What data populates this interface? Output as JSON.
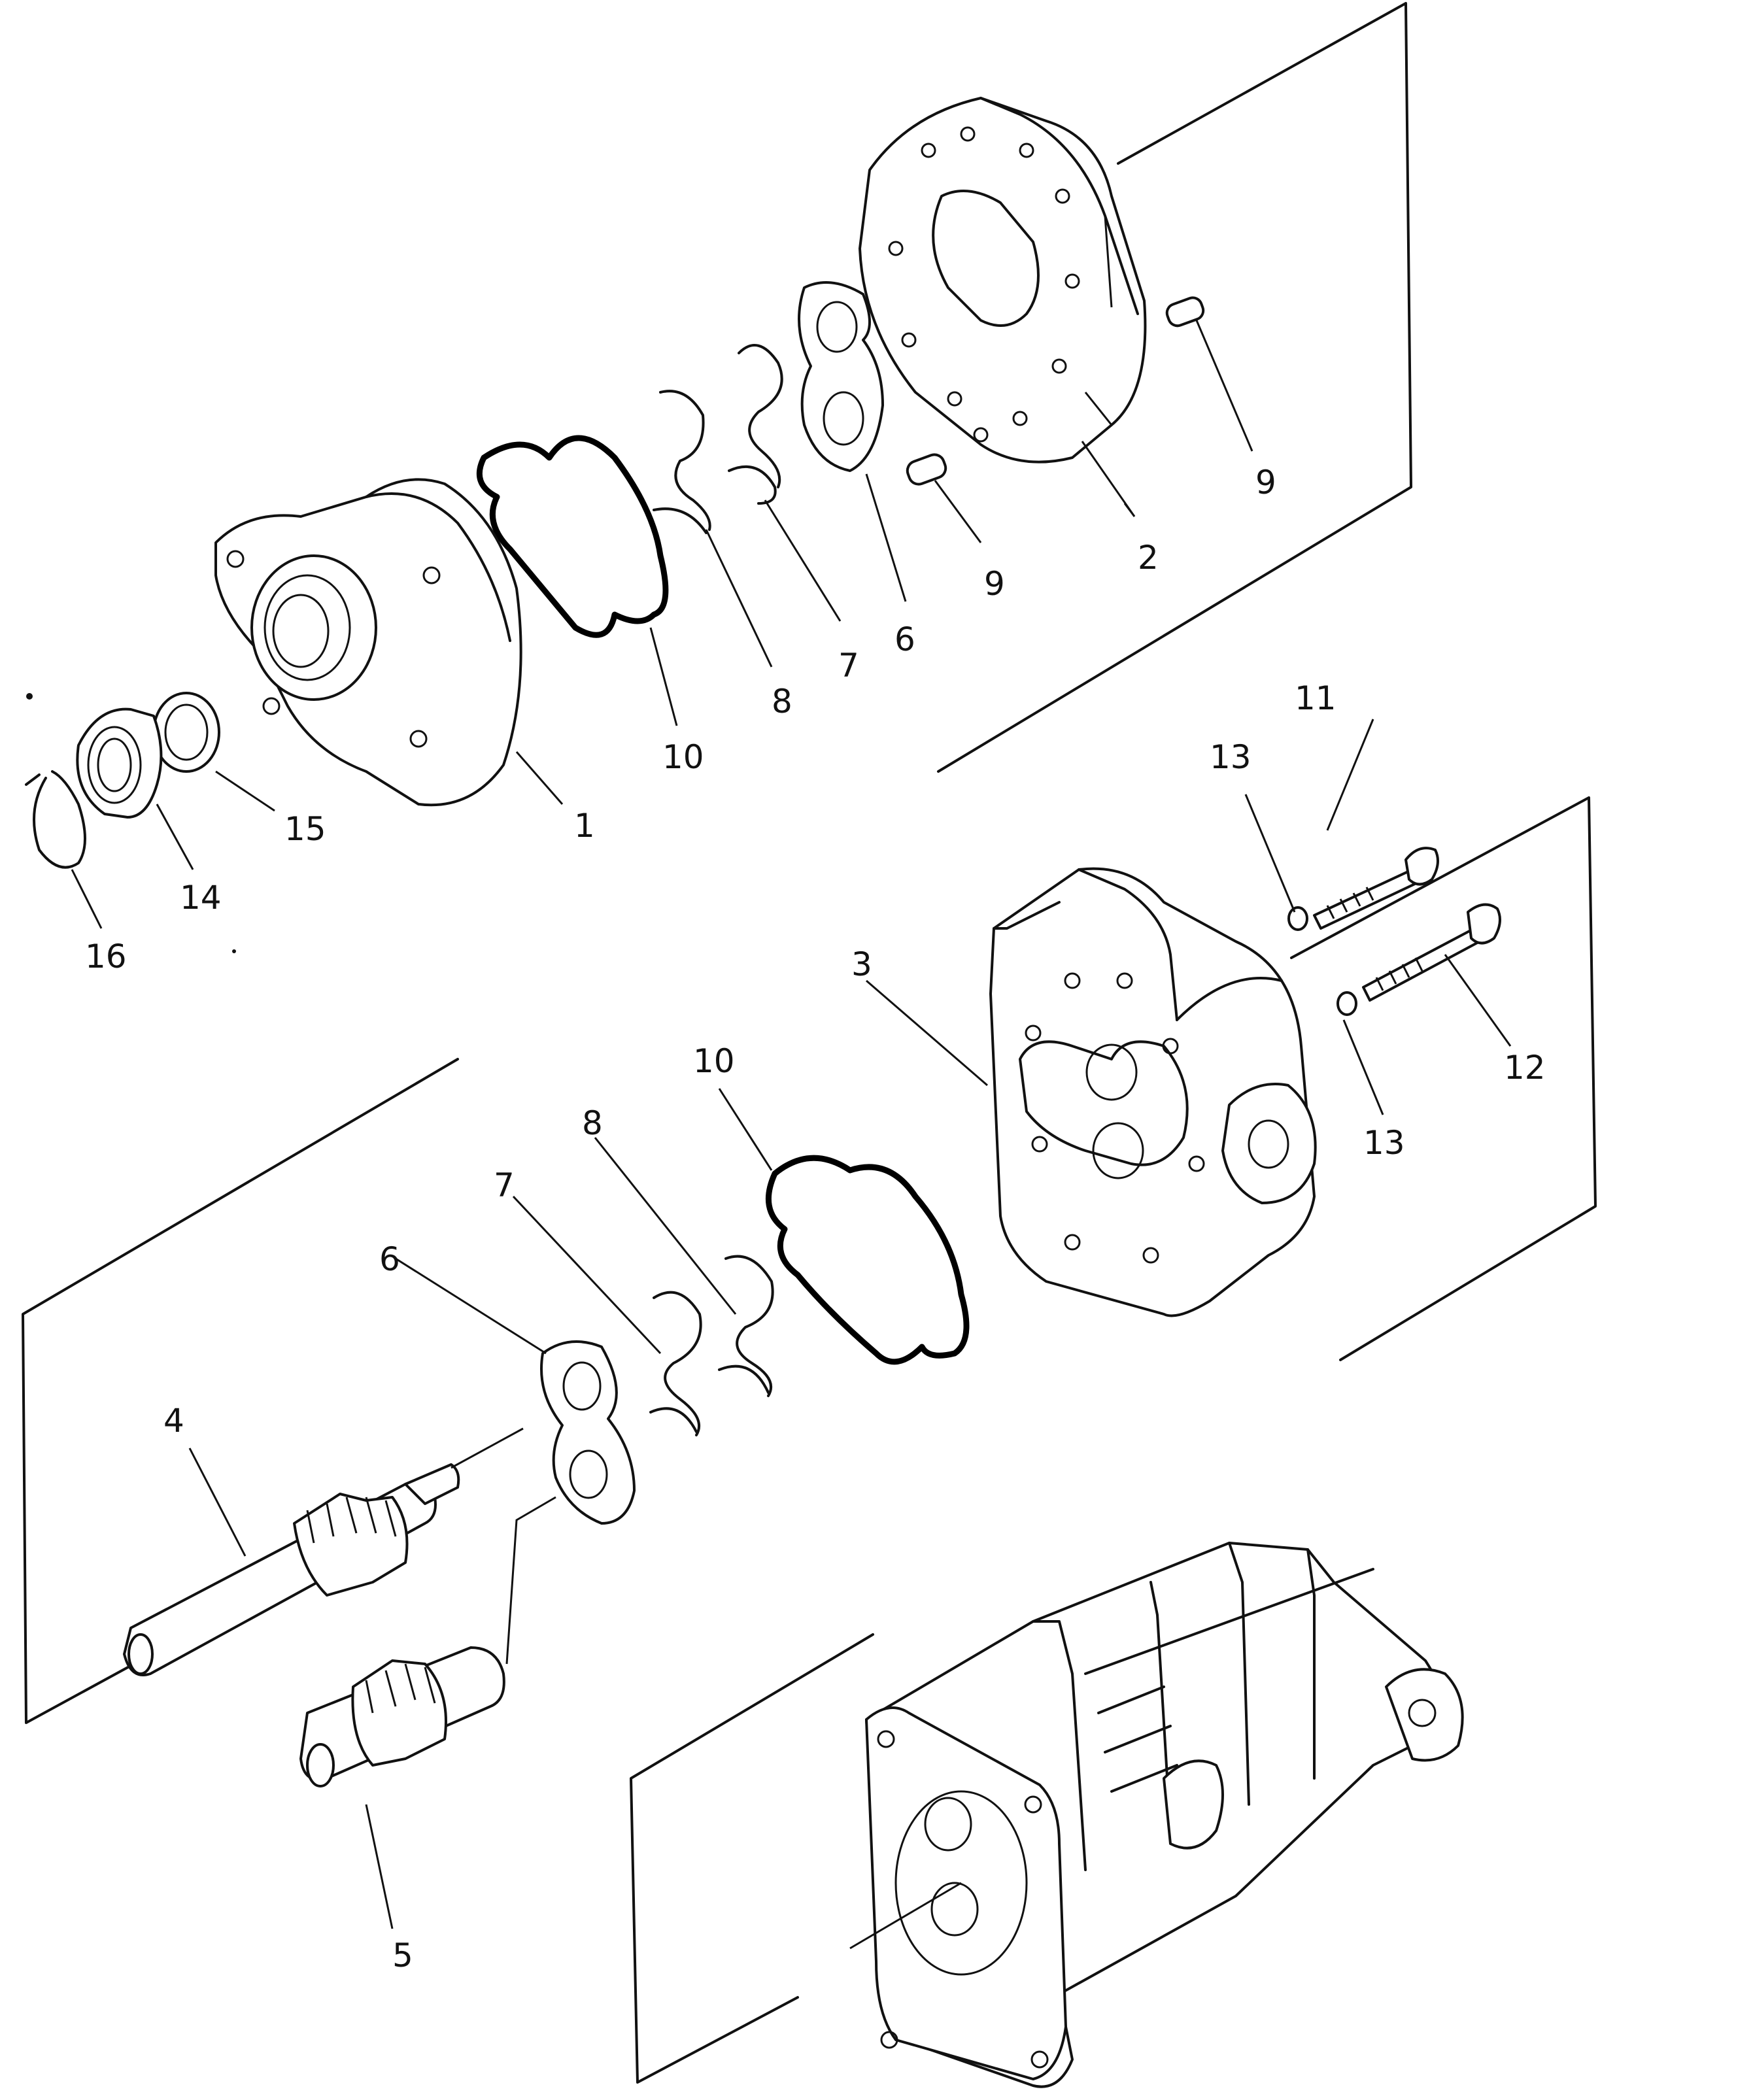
{
  "callouts": [
    {
      "id": "c1",
      "number": "1"
    },
    {
      "id": "c2",
      "number": "2"
    },
    {
      "id": "c3",
      "number": "3"
    },
    {
      "id": "c4",
      "number": "4"
    },
    {
      "id": "c5",
      "number": "5"
    },
    {
      "id": "c6a",
      "number": "6"
    },
    {
      "id": "c6b",
      "number": "6"
    },
    {
      "id": "c7a",
      "number": "7"
    },
    {
      "id": "c7b",
      "number": "7"
    },
    {
      "id": "c8a",
      "number": "8"
    },
    {
      "id": "c8b",
      "number": "8"
    },
    {
      "id": "c9a",
      "number": "9"
    },
    {
      "id": "c9b",
      "number": "9"
    },
    {
      "id": "c10a",
      "number": "10"
    },
    {
      "id": "c10b",
      "number": "10"
    },
    {
      "id": "c11",
      "number": "11"
    },
    {
      "id": "c12",
      "number": "12"
    },
    {
      "id": "c13a",
      "number": "13"
    },
    {
      "id": "c13b",
      "number": "13"
    },
    {
      "id": "c14",
      "number": "14"
    },
    {
      "id": "c15",
      "number": "15"
    },
    {
      "id": "c16",
      "number": "16"
    }
  ]
}
